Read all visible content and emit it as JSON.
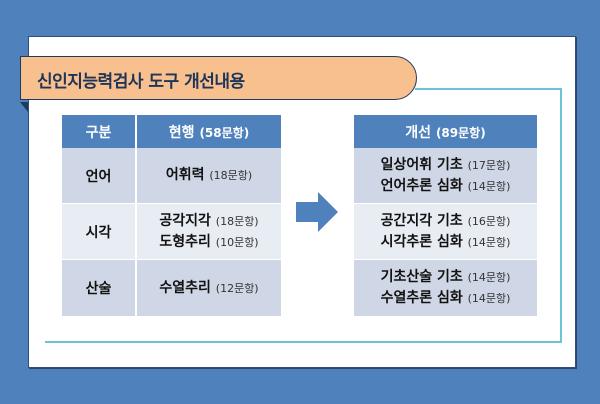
{
  "title": "신인지능력검사 도구 개선내용",
  "left_table": {
    "headers": {
      "category": "구분",
      "current": "현행",
      "current_count": "(58문항)"
    },
    "rows": [
      {
        "category": "언어",
        "items": [
          {
            "name": "어휘력",
            "count": "(18문항)"
          }
        ]
      },
      {
        "category": "시각",
        "items": [
          {
            "name": "공각지각",
            "count": "(18문항)"
          },
          {
            "name": "도형추리",
            "count": "(10문항)"
          }
        ]
      },
      {
        "category": "산술",
        "items": [
          {
            "name": "수열추리",
            "count": "(12문항)"
          }
        ]
      }
    ]
  },
  "right_table": {
    "header": {
      "label": "개선",
      "count": "(89문항)"
    },
    "rows": [
      {
        "items": [
          {
            "name": "일상어휘 기초",
            "count": "(17문항)"
          },
          {
            "name": "언어추론 심화",
            "count": "(14문항)"
          }
        ]
      },
      {
        "items": [
          {
            "name": "공간지각 기초",
            "count": "(16문항)"
          },
          {
            "name": "시각추론 심화",
            "count": "(14문항)"
          }
        ]
      },
      {
        "items": [
          {
            "name": "기초산술 기초",
            "count": "(14문항)"
          },
          {
            "name": "수열추론 심화",
            "count": "(14문항)"
          }
        ]
      }
    ]
  },
  "icons": {
    "arrow": "arrow-right-icon"
  },
  "colors": {
    "background": "#4f81bd",
    "header": "#4f81bd",
    "banner": "#f9c08f",
    "banner_border": "#1f3a5f",
    "row_dark": "#cfd7e6",
    "row_light": "#e8ecf3",
    "frame_line": "#6cc3d5"
  }
}
